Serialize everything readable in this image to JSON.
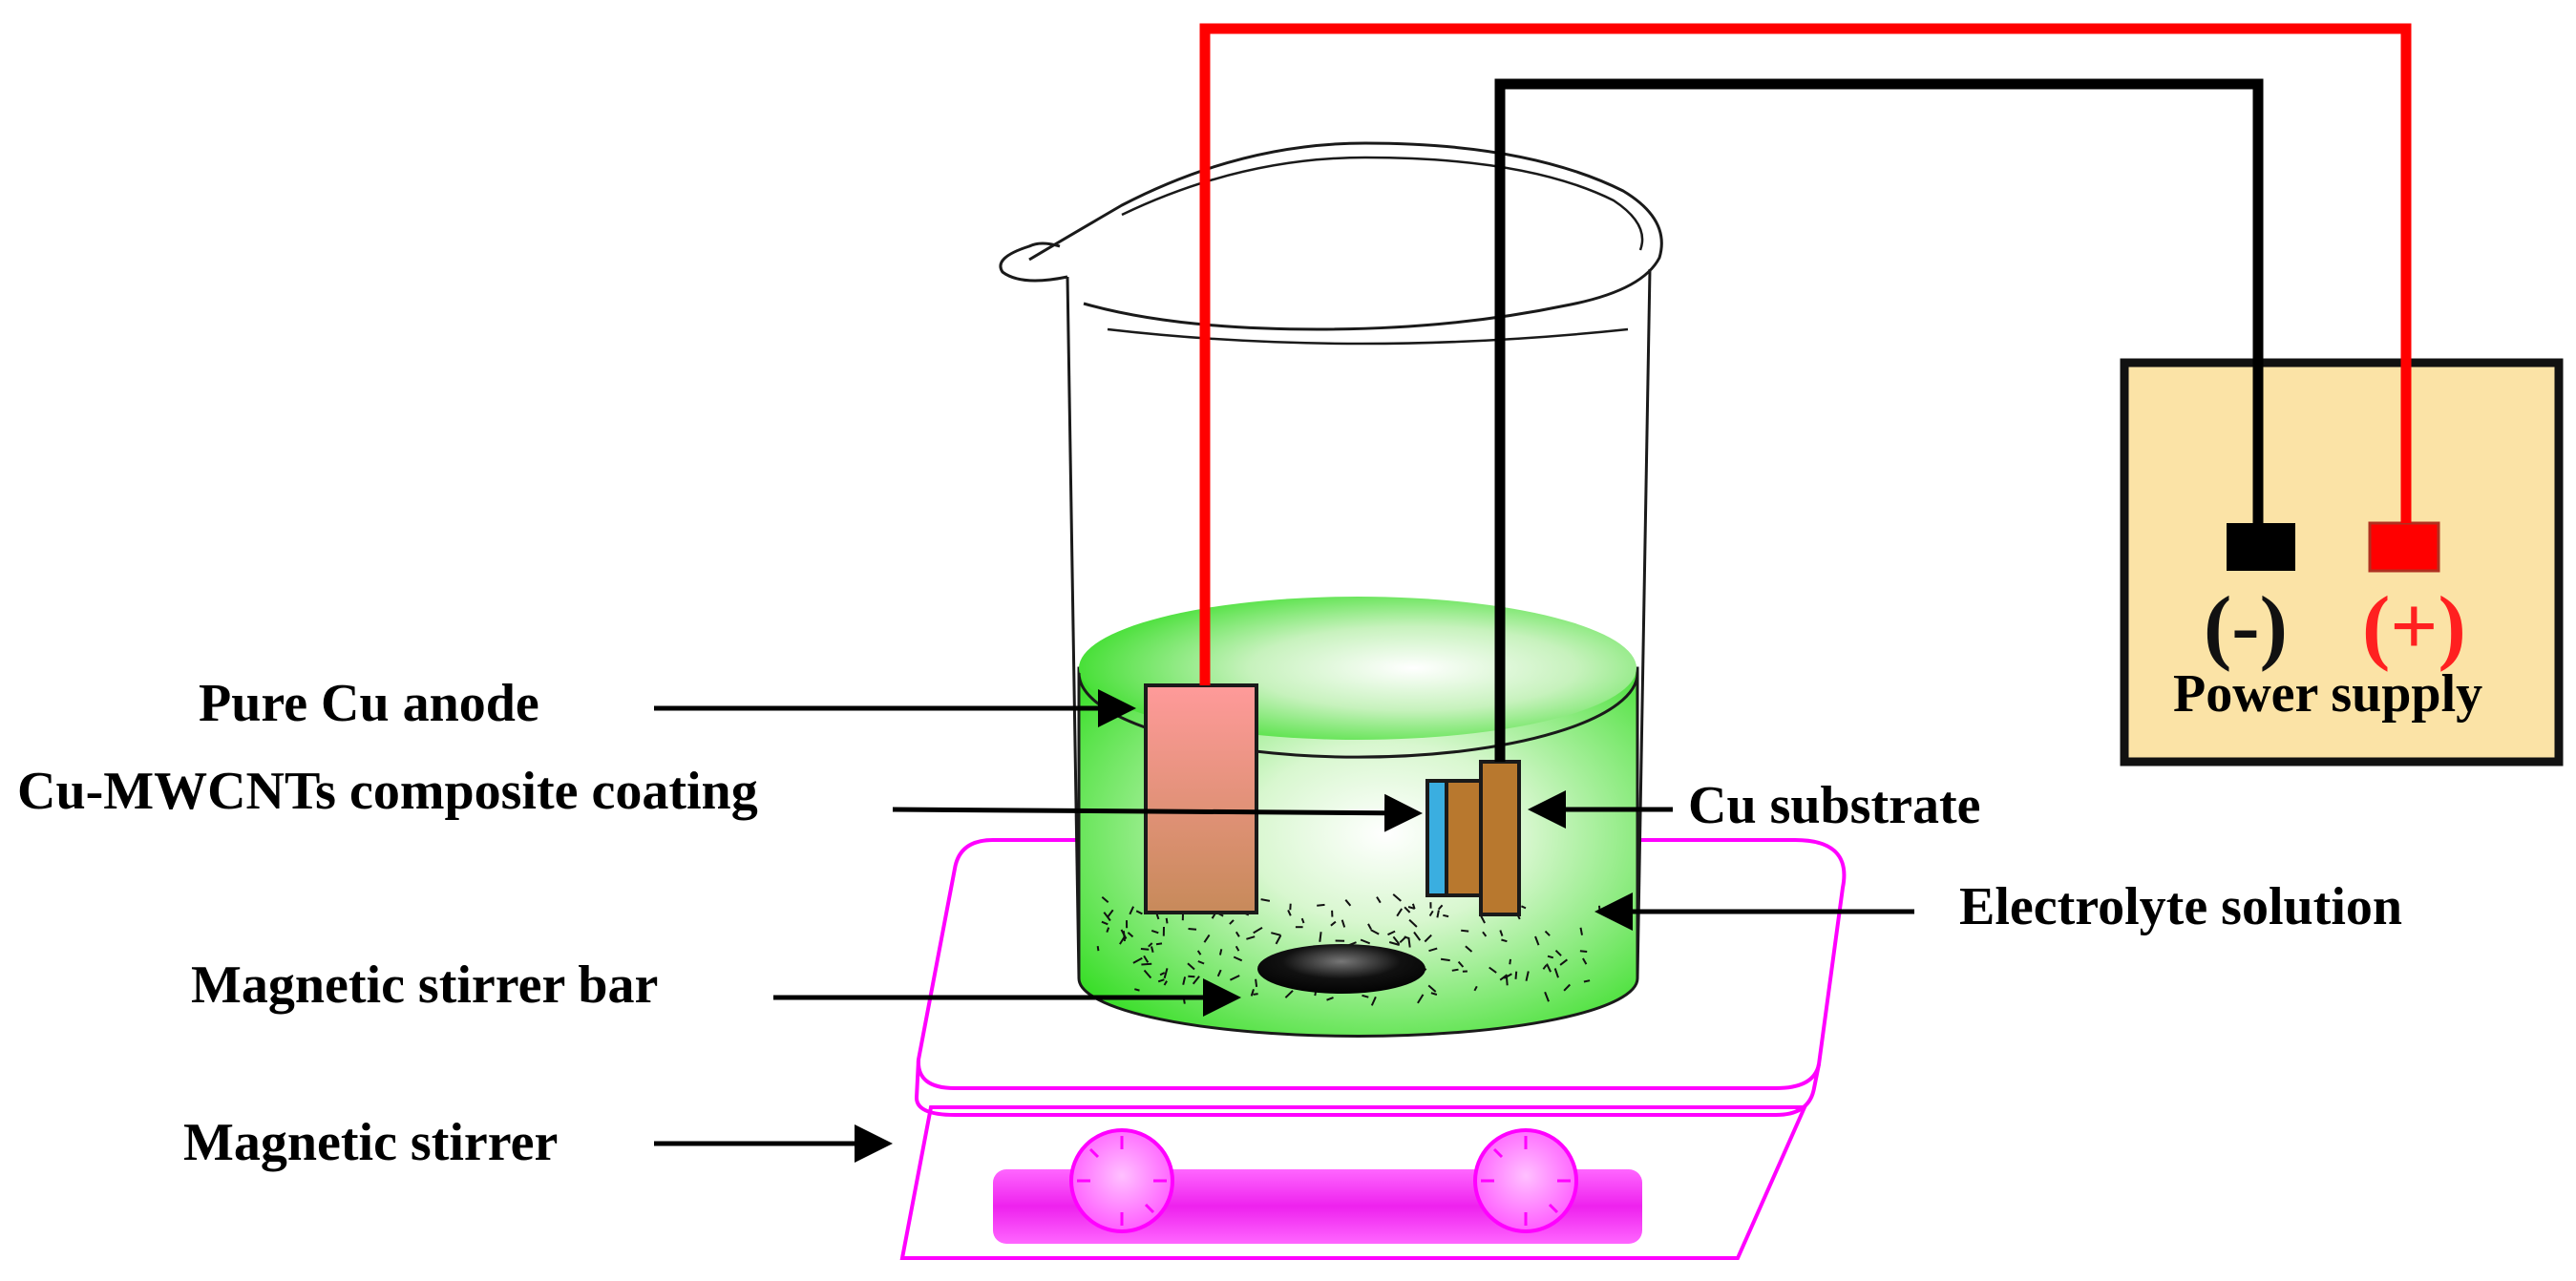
{
  "labels": {
    "pure_cu_anode": "Pure Cu anode",
    "composite_coating": "Cu-MWCNTs composite coating",
    "cu_substrate": "Cu substrate",
    "electrolyte_solution": "Electrolyte solution",
    "stirrer_bar": "Magnetic stirrer bar",
    "magnetic_stirrer": "Magnetic stirrer",
    "power_supply": "Power supply",
    "negative_terminal": "(-)",
    "positive_terminal": "(+)"
  },
  "colors": {
    "anode_wire": "#ff0000",
    "cathode_wire": "#000000",
    "electrolyte": "#33dd22",
    "stirrer": "#ff00ff",
    "power_supply_fill": "#fbe3a6",
    "anode_top": "#ff9a9a",
    "anode_bottom": "#c78a5a",
    "substrate": "#b8782e",
    "coating": "#3aaee0",
    "positive_sign": "#ff2020"
  }
}
